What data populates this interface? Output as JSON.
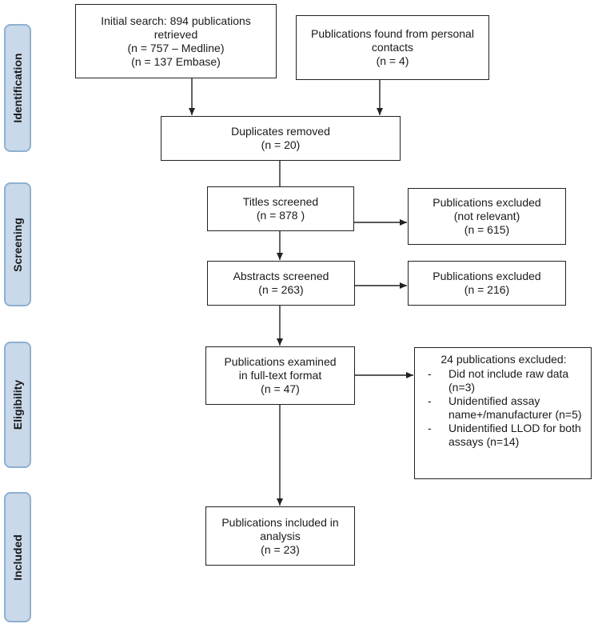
{
  "phases": {
    "identification": "Identification",
    "screening": "Screening",
    "eligibility": "Eligibility",
    "included": "Included"
  },
  "boxes": {
    "initial_search": [
      "Initial search: 894 publications",
      "retrieved",
      "(n = 757 – Medline)",
      "(n = 137 Embase)"
    ],
    "personal_contacts": [
      "Publications found from personal",
      "contacts",
      "(n = 4)"
    ],
    "duplicates": [
      "Duplicates removed",
      "(n =  20)"
    ],
    "titles_screened": [
      "Titles screened",
      "(n = 878 )"
    ],
    "excluded_titles": [
      "Publications excluded",
      "(not relevant)",
      "(n = 615)"
    ],
    "abstracts_screened": [
      "Abstracts screened",
      "(n = 263)"
    ],
    "excluded_abstracts": [
      "Publications excluded",
      "(n = 216)"
    ],
    "fulltext": [
      "Publications examined",
      "in full-text format",
      "(n =  47)"
    ],
    "excluded_fulltext": {
      "title": "24 publications excluded:",
      "items": [
        "Did not include raw data (n=3)",
        "Unidentified assay name+/manufacturer (n=5)",
        "Unidentified LLOD for both assays (n=14)"
      ]
    },
    "included": [
      "Publications included in",
      "analysis",
      "(n =  23)"
    ]
  },
  "colors": {
    "phase_fill": "#c9d9ea",
    "phase_border": "#8fb0d0",
    "line": "#222222"
  }
}
